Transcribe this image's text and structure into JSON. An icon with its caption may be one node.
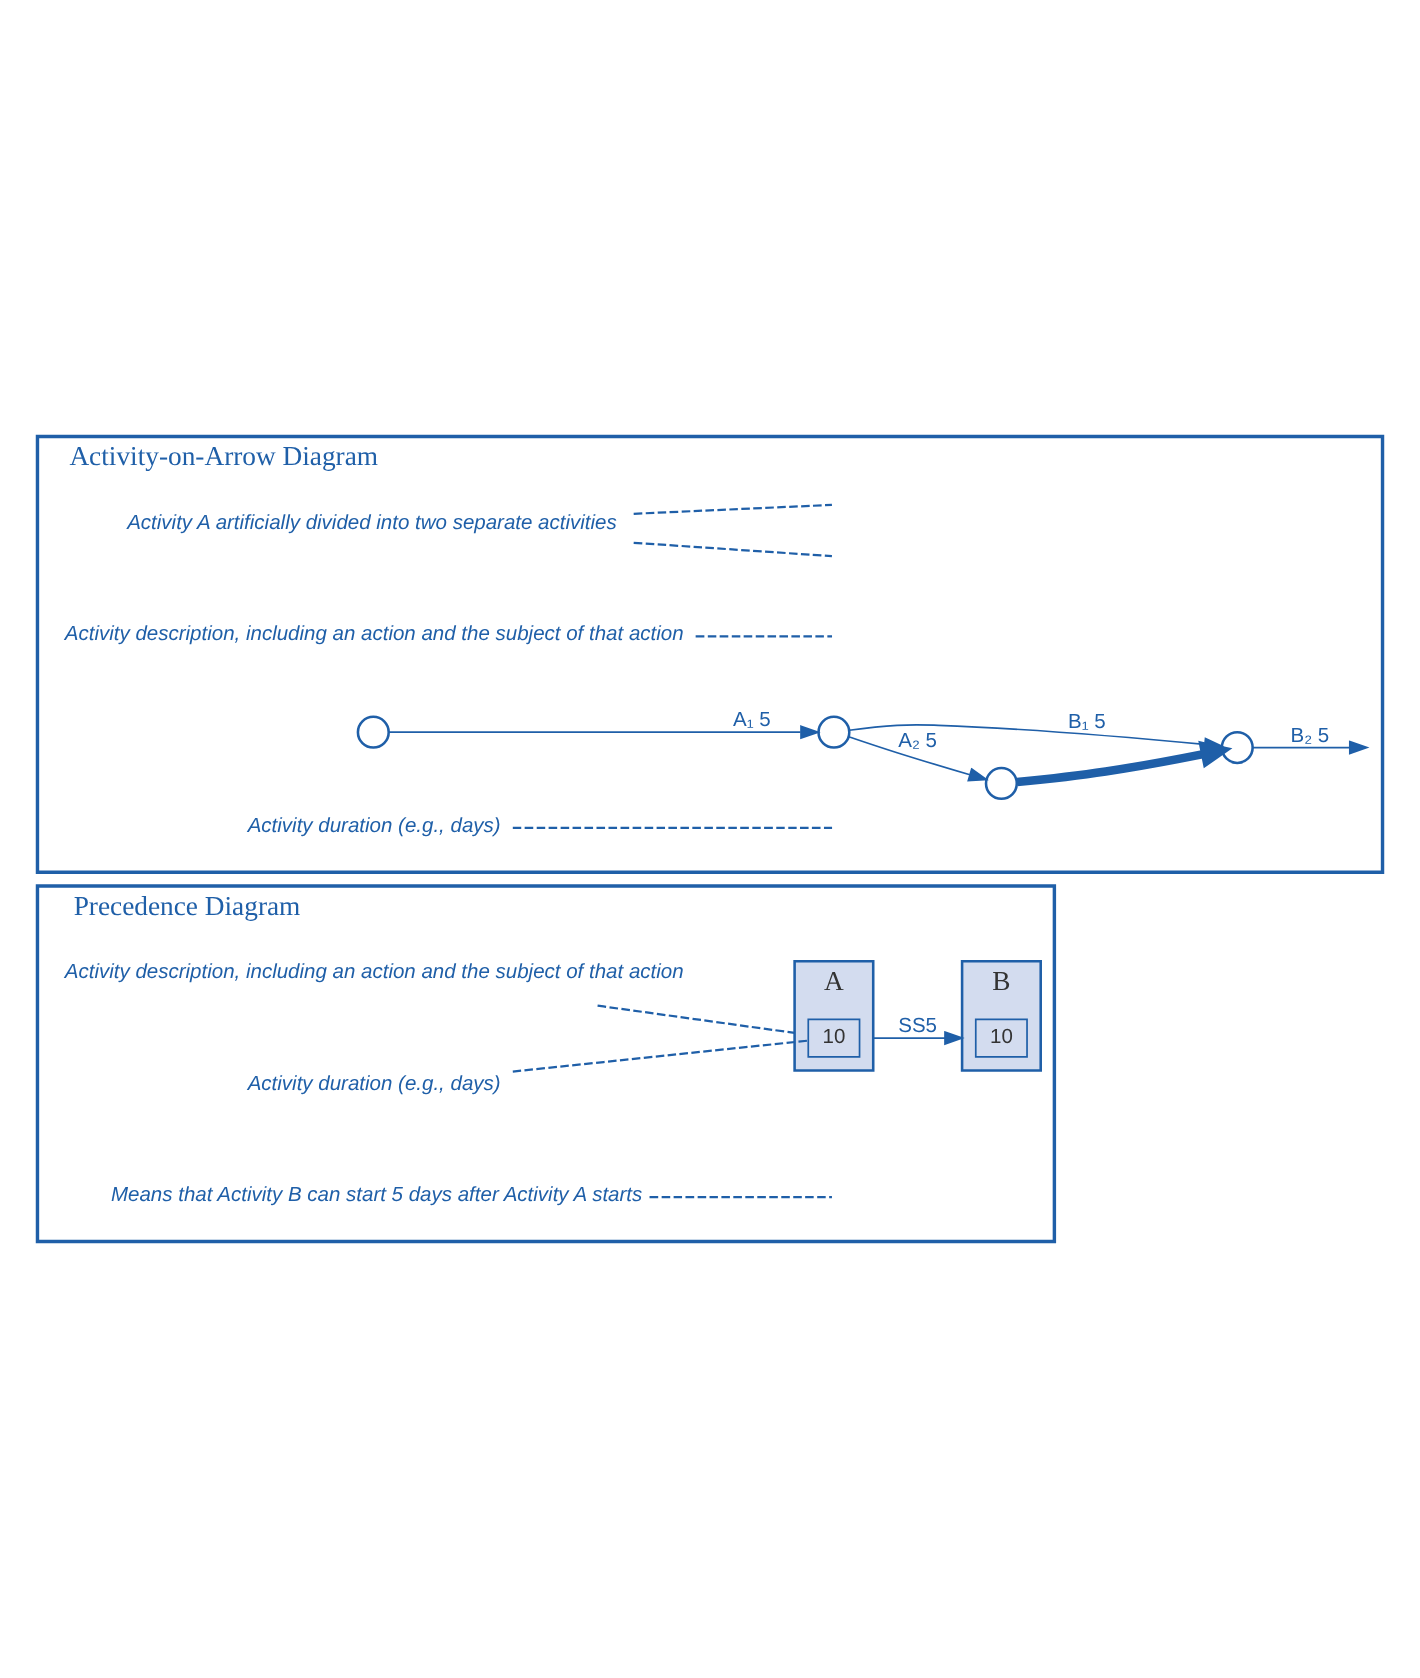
{
  "diagram": {
    "nodes": [
      {
        "text": [
          "Activity-on-Arrow Diagram"
        ]
      },
      {
        "text": [
          "Activity A artificially divided into two separate activities"
        ],
        "in": 0
      },
      {
        "text": [
          "Activity description, including an action and the subject of that action"
        ],
        "in": 0
      },
      {
        "text": [],
        "shape": "circle",
        "in": 0
      },
      {
        "text": [],
        "shape": "circle",
        "in": 0
      },
      {
        "text": [],
        "shape": "circle",
        "in": 0
      },
      {
        "text": [
          "Activity duration (e.g., days)"
        ],
        "in": 0
      },
      {
        "text": [],
        "shape": "circle",
        "in": 0
      },
      {
        "text": [
          "Precedence Diagram"
        ]
      },
      {
        "text": [
          "A"
        ],
        "in": 8
      },
      {
        "text": [
          "10"
        ],
        "in": 9
      },
      {
        "text": [
          "Activity description, including an action and the subject of that action"
        ],
        "in": 8
      },
      {
        "text": [
          "Activity duration (e.g., days)"
        ],
        "in": 8
      },
      {
        "text": [
          "B"
        ],
        "in": 8
      },
      {
        "text": [
          "10"
        ],
        "in": 13
      },
      {
        "text": [
          "Means that Activity B can start 5 days after Activity A starts"
        ],
        "in": 8
      }
    ],
    "edges": [
      {
        "from": 3,
        "to": 4,
        "arrow": "to",
        "label": "A₁ 5"
      },
      {
        "from": 4,
        "to": 5,
        "arrow": "to",
        "label": "A₂ 5"
      },
      {
        "from": 4,
        "to": 7,
        "arrow": "to",
        "label": "B₁ 5"
      },
      {
        "from": 5,
        "to": 7,
        "arrow": "to",
        "style": "thick"
      },
      {
        "from": 7,
        "to": null,
        "arrow": "to",
        "label": "B₂ 5"
      },
      {
        "from": 1,
        "to": null,
        "arrow": "none",
        "style": "dashed"
      },
      {
        "from": 1,
        "to": null,
        "arrow": "none",
        "style": "dashed"
      },
      {
        "from": 2,
        "to": null,
        "arrow": "none",
        "style": "dashed"
      },
      {
        "from": 6,
        "to": null,
        "arrow": "none",
        "style": "dashed"
      },
      {
        "from": 9,
        "to": 13,
        "arrow": "to",
        "label": "SS5"
      },
      {
        "from": 11,
        "to": 9,
        "arrow": "none",
        "style": "dashed"
      },
      {
        "from": 12,
        "to": 10,
        "arrow": "none",
        "style": "dashed"
      },
      {
        "from": 15,
        "to": null,
        "arrow": "none",
        "style": "dashed"
      }
    ]
  }
}
